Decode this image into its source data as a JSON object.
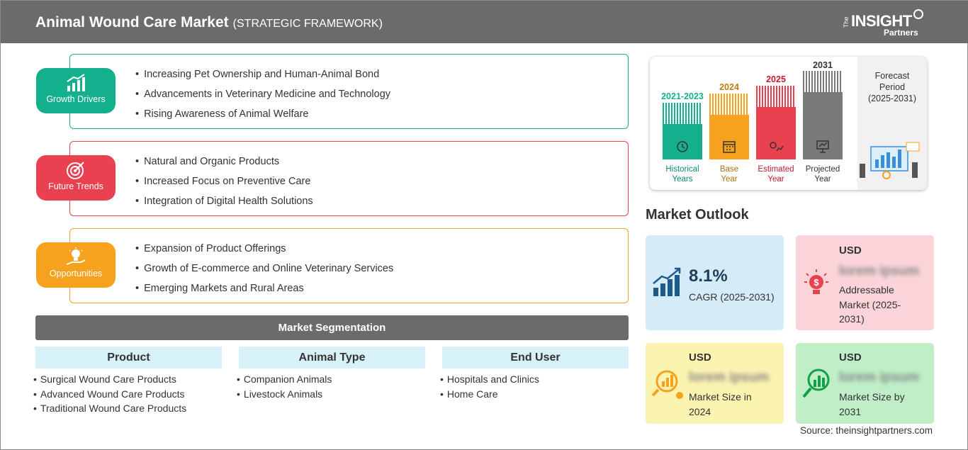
{
  "header": {
    "title": "Animal Wound Care Market",
    "subtitle": "(STRATEGIC FRAMEWORK)"
  },
  "logo": {
    "the": "The",
    "insight": "INSIGHT",
    "partners": "Partners"
  },
  "framework": [
    {
      "label": "Growth Drivers",
      "color": "#14b08d",
      "icon": "chart-growth-icon",
      "items": [
        "Increasing Pet Ownership and Human-Animal Bond",
        "Advancements in Veterinary Medicine and Technology",
        "Rising Awareness of Animal Welfare"
      ]
    },
    {
      "label": "Future Trends",
      "color": "#e9414f",
      "icon": "target-icon",
      "items": [
        "Natural and Organic Products",
        "Increased Focus on Preventive Care",
        "Integration of Digital Health Solutions"
      ]
    },
    {
      "label": "Opportunities",
      "color": "#f6a21e",
      "icon": "lightbulb-hand-icon",
      "items": [
        "Expansion of Product Offerings",
        "Growth of E-commerce and Online Veterinary Services",
        "Emerging Markets and Rural Areas"
      ]
    }
  ],
  "segmentation": {
    "title": "Market Segmentation",
    "columns": [
      {
        "header": "Product",
        "items": [
          "Surgical Wound Care Products",
          "Advanced Wound Care Products",
          "Traditional Wound Care Products"
        ]
      },
      {
        "header": "Animal Type",
        "items": [
          "Companion Animals",
          "Livestock Animals"
        ]
      },
      {
        "header": "End User",
        "items": [
          "Hospitals and Clinics",
          "Home Care"
        ]
      }
    ]
  },
  "timeline": {
    "bars": [
      {
        "year": "2021-2023",
        "label1": "Historical",
        "label2": "Years",
        "color": "#14b08d",
        "icon": "history-icon"
      },
      {
        "year": "2024",
        "label1": "Base",
        "label2": "Year",
        "color": "#f6a21e",
        "icon": "calendar-icon"
      },
      {
        "year": "2025",
        "label1": "Estimated",
        "label2": "Year",
        "color": "#e9414f",
        "icon": "gear-chart-icon"
      },
      {
        "year": "2031",
        "label1": "Projected",
        "label2": "Year",
        "color": "#7a7a7a",
        "icon": "presentation-icon"
      }
    ],
    "forecast": {
      "line1": "Forecast",
      "line2": "Period",
      "line3": "(2025-2031)"
    }
  },
  "outlook": {
    "title": "Market Outlook",
    "cagr": {
      "value": "8.1%",
      "label": "CAGR (2025-2031)"
    },
    "addressable": {
      "usd": "USD",
      "value": "lorem ipsum",
      "l1": "Addressable",
      "l2": "Market (2025-",
      "l3": "2031)"
    },
    "size2024": {
      "usd": "USD",
      "value": "lorem ipsum",
      "l1": "Market Size in",
      "l2": "2024"
    },
    "size2031": {
      "usd": "USD",
      "value": "lorem ipsum",
      "l1": "Market Size by",
      "l2": "2031"
    }
  },
  "source": "Source: theinsightpartners.com"
}
